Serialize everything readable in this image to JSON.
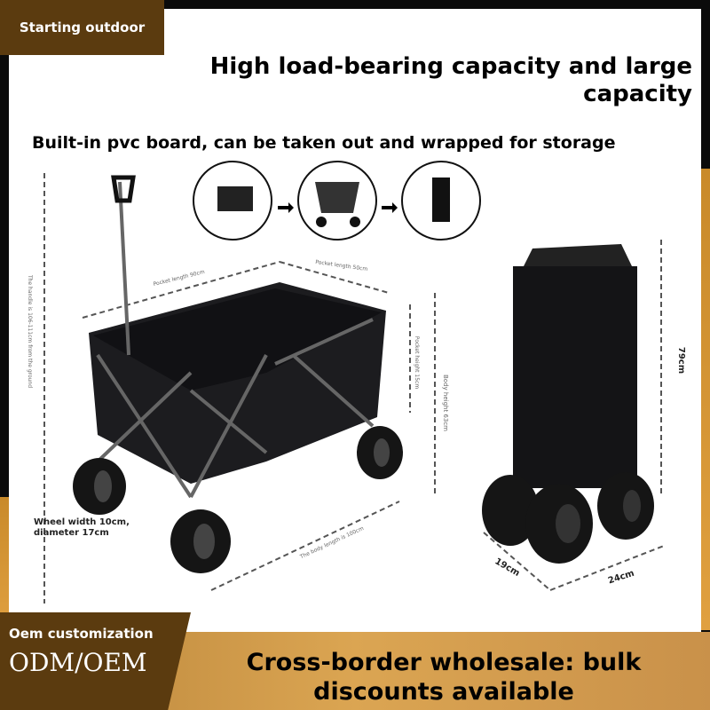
{
  "brand": "Starting outdoor",
  "headline": "High load-bearing capacity and large capacity",
  "subheadline": "Built-in pvc board, can be taken out and wrapped for storage",
  "dimensions": {
    "pocket_length_a": "Pocket length 90cm",
    "pocket_length_b": "Pocket length 50cm",
    "handle_height": "The handle is 106-111cm from the ground",
    "pocket_height": "Pocket height 15cm",
    "body_height": "Body height 63cm",
    "body_length": "The body length is 100cm",
    "wheel": "Wheel width 10cm, diameter 17cm",
    "folded_height": "79cm",
    "folded_depth": "19cm",
    "folded_width": "24cm"
  },
  "footer": {
    "oem_label": "Oem customization",
    "odm_oem": "ODM/OEM",
    "wholesale": "Cross-border wholesale: bulk discounts available"
  },
  "colors": {
    "brand_brown": "#5b3b0f",
    "gold": "#d9a24e"
  }
}
